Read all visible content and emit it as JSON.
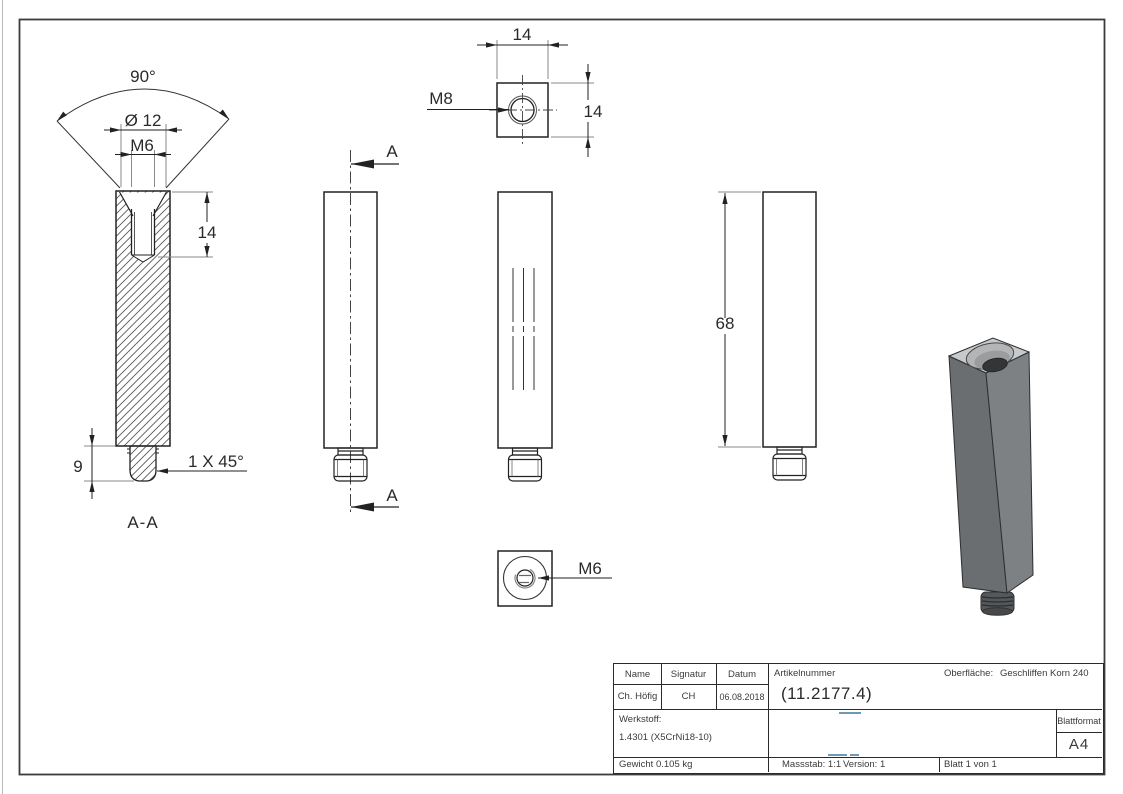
{
  "views": {
    "section": {
      "angle": "90°",
      "diameter": "Ø 12",
      "thread": "M6",
      "depth": "14",
      "stud_length": "9",
      "chamfer": "1 X 45°",
      "name": "A-A"
    },
    "cut_marks": {
      "top": "A",
      "bottom": "A"
    },
    "top_view": {
      "thread": "M8",
      "width": "14",
      "height": "14"
    },
    "length_view": {
      "length": "68"
    },
    "bottom_view": {
      "thread": "M6"
    }
  },
  "title_block": {
    "name_header": "Name",
    "signature_header": "Signatur",
    "date_header": "Datum",
    "name_value": "Ch. Höfig",
    "signature_value": "CH",
    "date_value": "06.08.2018",
    "article_label": "Artikelnummer",
    "article_number": "(11.2177.4)",
    "surface_label": "Oberfläche:",
    "surface_value": "Geschliffen Korn 240",
    "material_label": "Werkstoff:",
    "material_value": "1.4301 (X5CrNi18-10)",
    "weight": "Gewicht 0.105 kg",
    "scale": "Massstab: 1:1",
    "version": "Version: 1",
    "sheet": "Blatt 1 von 1",
    "sheet_format_label": "Blattformat",
    "sheet_format_value": "A4"
  },
  "colors": {
    "drawing_line": "#222222",
    "witness_line": "#8a8a8a",
    "hatch_line": "#555555",
    "blue_marks": "#6e99b4",
    "render_top_face": "#c7c9cb",
    "render_left_face": "#6b6e71",
    "render_right_face": "#7e8184",
    "render_stud": "#55585a"
  }
}
